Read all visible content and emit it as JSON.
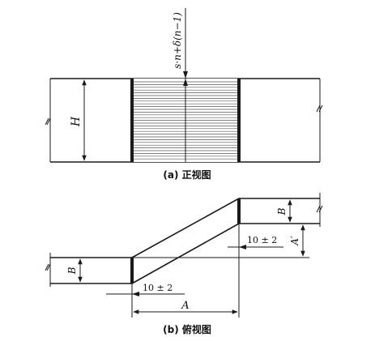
{
  "front_view": {
    "caption": "(a) 正视图",
    "height_label": "H",
    "width_formula": "s·n+δ(n−1)"
  },
  "top_view": {
    "caption": "(b) 俯视图",
    "label_B_right": "B",
    "label_B_left": "B",
    "label_A_prime": "A′",
    "label_A": "A",
    "tolerance_right": "10 ± 2",
    "tolerance_left": "10 ± 2"
  }
}
